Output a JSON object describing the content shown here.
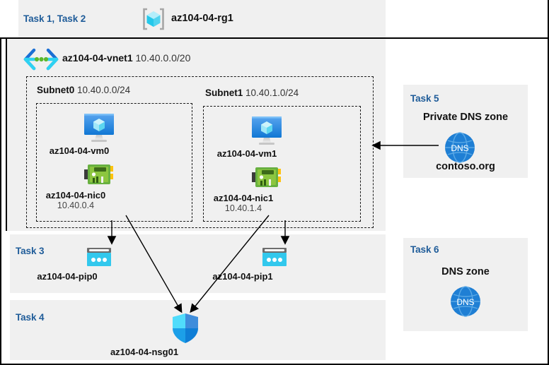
{
  "resource_group": {
    "tasks_label": "Task 1, Task 2",
    "name": "az104-04-rg1",
    "icon": "resource-group-cube-icon"
  },
  "vnet": {
    "name": "az104-04-vnet1",
    "address_space": "10.40.0.0/20",
    "icon": "virtual-network-icon"
  },
  "subnets": [
    {
      "name": "Subnet0",
      "cidr": "10.40.0.0/24"
    },
    {
      "name": "Subnet1",
      "cidr": "10.40.1.0/24"
    }
  ],
  "vms": [
    {
      "name": "az104-04-vm0",
      "icon": "virtual-machine-icon"
    },
    {
      "name": "az104-04-vm1",
      "icon": "virtual-machine-icon"
    }
  ],
  "nics": [
    {
      "name": "az104-04-nic0",
      "ip": "10.40.0.4",
      "icon": "network-interface-icon"
    },
    {
      "name": "az104-04-nic1",
      "ip": "10.40.1.4",
      "icon": "network-interface-icon"
    }
  ],
  "public_ips": [
    {
      "task": "Task 3",
      "name": "az104-04-pip0",
      "icon": "public-ip-address-icon"
    },
    {
      "name": "az104-04-pip1",
      "icon": "public-ip-address-icon"
    }
  ],
  "nsg": {
    "task": "Task 4",
    "name": "az104-04-nsg01",
    "icon": "network-security-group-shield-icon"
  },
  "private_dns": {
    "task": "Task 5",
    "title": "Private DNS zone",
    "name": "contoso.org",
    "icon": "dns-globe-icon",
    "icon_label": "DNS"
  },
  "dns_zone": {
    "task": "Task 6",
    "title": "DNS zone",
    "icon": "dns-globe-icon",
    "icon_label": "DNS"
  },
  "colors": {
    "task_label": "#1f5c99",
    "panel_background": "#f0f0f0",
    "page_background": "#ffffff",
    "border": "#000000",
    "public_ip": "#32c8ed",
    "nic_green": "#6eb33a",
    "dns_blue": "#1f7fd4",
    "vm_blue": "#3c91e6"
  }
}
